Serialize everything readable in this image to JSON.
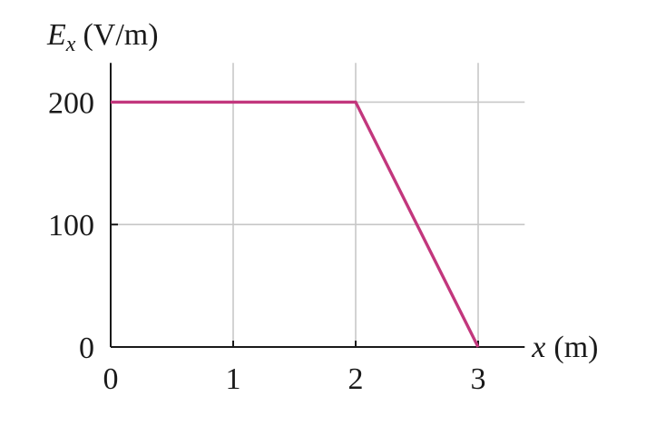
{
  "chart_data": {
    "type": "line",
    "title": "",
    "ylabel_var": "E",
    "ylabel_sub": "x",
    "ylabel_unit": "(V/m)",
    "xlabel_var": "x",
    "xlabel_unit": "(m)",
    "x_ticks": [
      "0",
      "1",
      "2",
      "3"
    ],
    "y_ticks": [
      "0",
      "100",
      "200"
    ],
    "xlim": [
      0,
      3.38
    ],
    "ylim": [
      0,
      232
    ],
    "grid": true,
    "series": [
      {
        "x": [
          0,
          2,
          3
        ],
        "y": [
          200,
          200,
          0
        ]
      }
    ]
  },
  "colors": {
    "series": "#c2377d",
    "grid": "#c8c8c8",
    "axis": "#1a1a1a"
  }
}
